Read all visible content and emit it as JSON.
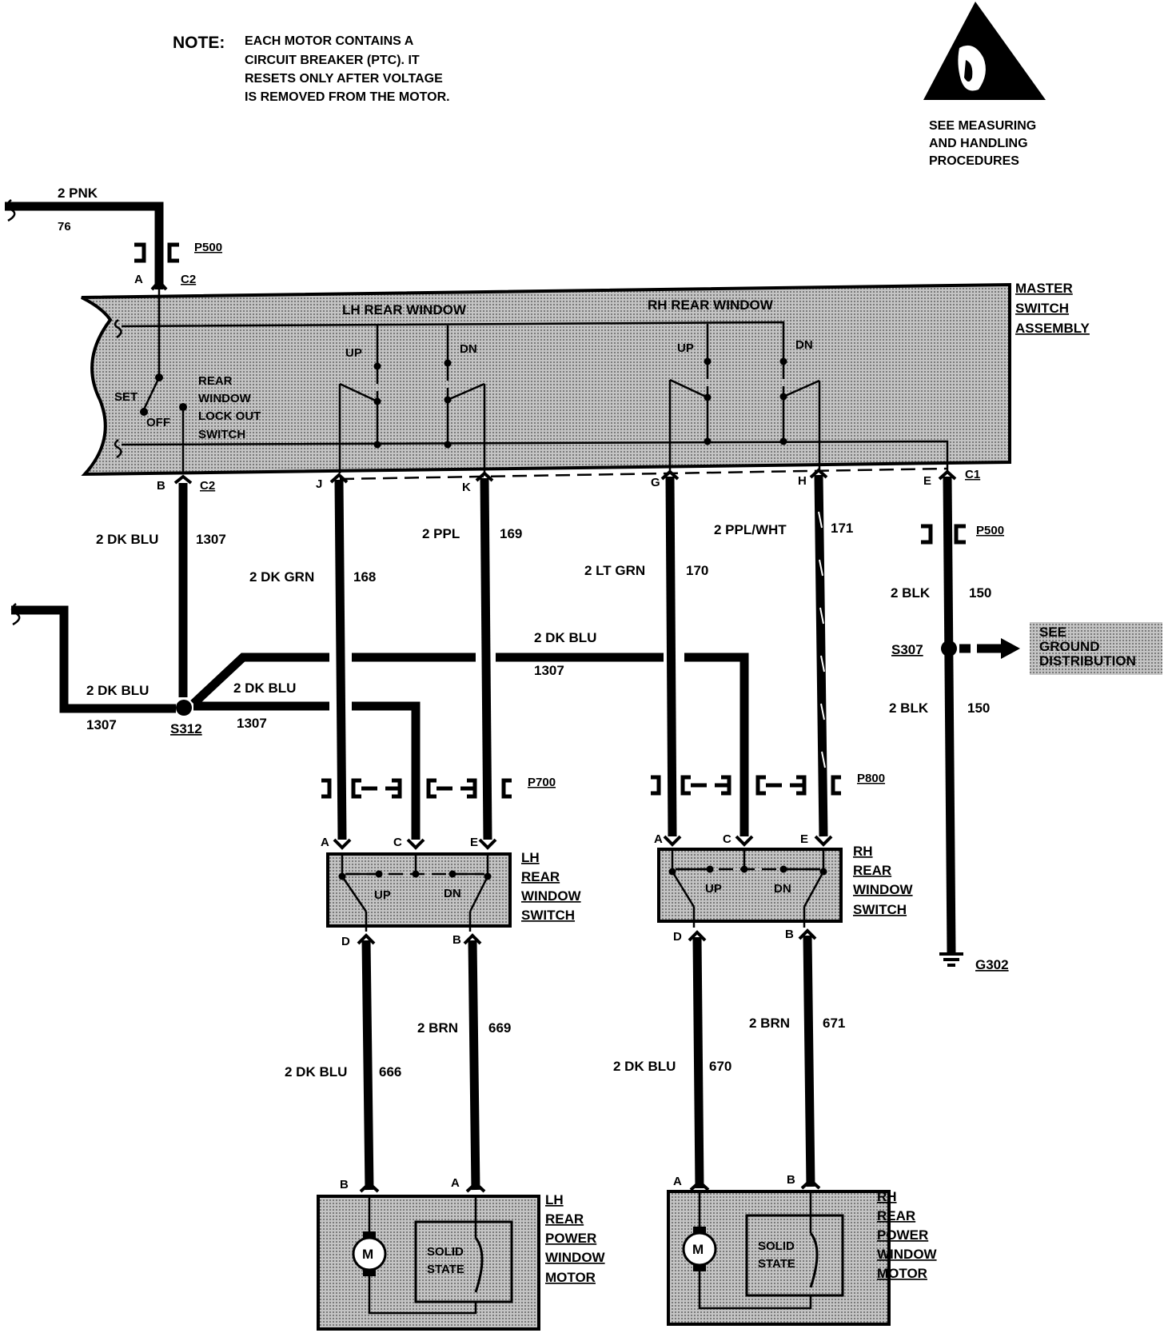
{
  "note": {
    "label": "NOTE:",
    "lines": [
      "EACH MOTOR CONTAINS A",
      "CIRCUIT BREAKER (PTC). IT",
      "RESETS ONLY AFTER VOLTAGE",
      "IS REMOVED FROM THE MOTOR."
    ]
  },
  "esd": {
    "lines": [
      "SEE MEASURING",
      "AND HANDLING",
      "PROCEDURES"
    ]
  },
  "master": {
    "name_lines": [
      "MASTER",
      "SWITCH",
      "ASSEMBLY"
    ],
    "lh_title": "LH REAR WINDOW",
    "rh_title": "RH REAR WINDOW",
    "up": "UP",
    "dn": "DN",
    "set": "SET",
    "off": "OFF",
    "lockout_lines": [
      "REAR",
      "WINDOW",
      "LOCK OUT",
      "SWITCH"
    ]
  },
  "connectors": {
    "p500": "P500",
    "c2": "C2",
    "c1": "C1",
    "p700": "P700",
    "p800": "P800"
  },
  "pins": {
    "a": "A",
    "b": "B",
    "c": "C",
    "d": "D",
    "e": "E",
    "g": "G",
    "h": "H",
    "j": "J",
    "k": "K"
  },
  "wires": {
    "pnk": {
      "color": "2 PNK",
      "circuit": "76"
    },
    "dkblu_1307": {
      "color": "2 DK BLU",
      "circuit": "1307"
    },
    "dkgrn": {
      "color": "2 DK GRN",
      "circuit": "168"
    },
    "ppl": {
      "color": "2 PPL",
      "circuit": "169"
    },
    "ltgrn": {
      "color": "2 LT GRN",
      "circuit": "170"
    },
    "pplwht": {
      "color": "2 PPL/WHT",
      "circuit": "171"
    },
    "blk": {
      "color": "2 BLK",
      "circuit": "150"
    },
    "dkblu_666": {
      "color": "2 DK BLU",
      "circuit": "666"
    },
    "brn_669": {
      "color": "2 BRN",
      "circuit": "669"
    },
    "dkblu_670": {
      "color": "2 DK BLU",
      "circuit": "670"
    },
    "brn_671": {
      "color": "2 BRN",
      "circuit": "671"
    }
  },
  "splices": {
    "s312": "S312",
    "s307": "S307",
    "g302": "G302"
  },
  "ground_ref_lines": [
    "SEE",
    "GROUND",
    "DISTRIBUTION"
  ],
  "lh_switch": {
    "lines": [
      "LH",
      "REAR",
      "WINDOW",
      "SWITCH"
    ],
    "up": "UP",
    "dn": "DN"
  },
  "rh_switch": {
    "lines": [
      "RH",
      "REAR",
      "WINDOW",
      "SWITCH"
    ],
    "up": "UP",
    "dn": "DN"
  },
  "lh_motor": {
    "lines": [
      "LH",
      "REAR",
      "POWER",
      "WINDOW",
      "MOTOR"
    ],
    "m": "M",
    "solid_lines": [
      "SOLID",
      "STATE"
    ]
  },
  "rh_motor": {
    "lines": [
      "RH",
      "REAR",
      "POWER",
      "WINDOW",
      "MOTOR"
    ],
    "m": "M",
    "solid_lines": [
      "SOLID",
      "STATE"
    ]
  }
}
